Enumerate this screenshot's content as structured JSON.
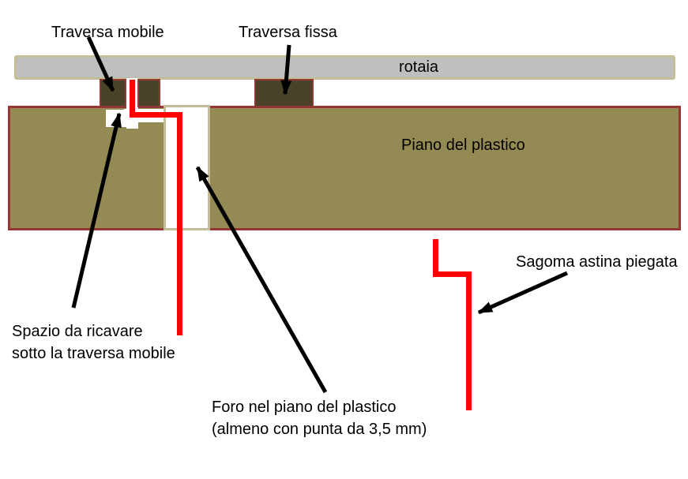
{
  "diagram": {
    "labels": {
      "traversa_mobile": "Traversa mobile",
      "traversa_fissa": "Traversa fissa",
      "rotaia": "rotaia",
      "piano_del_plastico": "Piano del plastico",
      "sagoma_astina": "Sagoma astina piegata",
      "spazio_line1": "Spazio da ricavare",
      "spazio_line2": "sotto la traversa mobile",
      "foro_line1": "Foro nel piano del plastico",
      "foro_line2": "(almeno con punta da 3,5 mm)"
    },
    "palette": {
      "board_olive": "#948A54",
      "board_border_dark_red": "#953735",
      "sleeper_dark": "#494429",
      "rail_gray": "#BFBFBF",
      "rail_border_tan": "#C4BD97",
      "wire_red": "#FF0000",
      "arrow_black": "#000000",
      "background": "#FFFFFF"
    }
  }
}
